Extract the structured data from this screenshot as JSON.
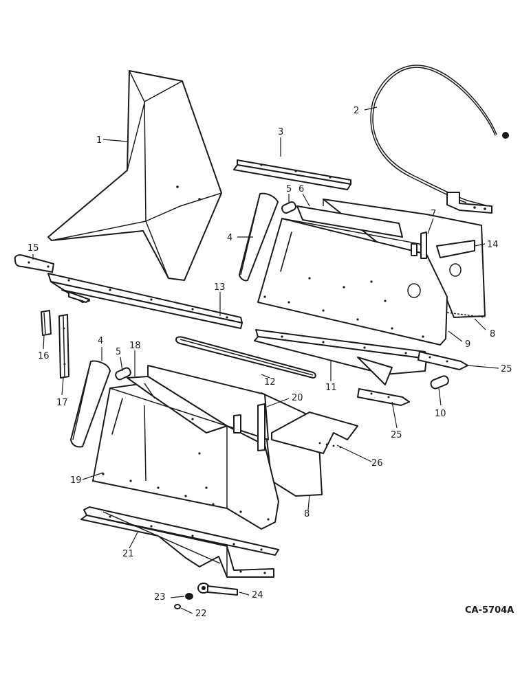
{
  "drawing_code": "CA-5704A",
  "callouts": [
    "1",
    "2",
    "3",
    "4",
    "5",
    "6",
    "7",
    "8",
    "9",
    "10",
    "11",
    "12",
    "13",
    "14",
    "15",
    "16",
    "17",
    "18",
    "19",
    "20",
    "21",
    "22",
    "23",
    "24",
    "25",
    "26"
  ],
  "extra_callouts": {
    "c4b": "4",
    "c5b": "5",
    "c8b": "8",
    "c25b": "25"
  }
}
